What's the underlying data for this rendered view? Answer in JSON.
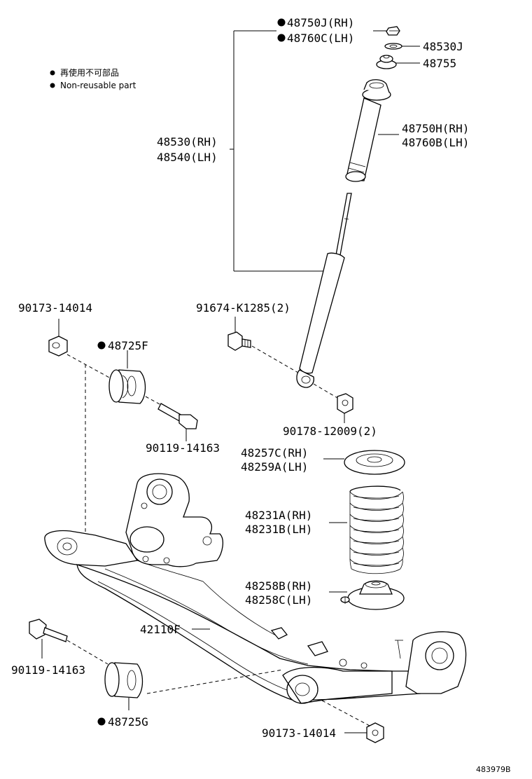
{
  "legend": {
    "ja": "再使用不可部品",
    "en": "Non-reusable part"
  },
  "labels": {
    "p48750j": "48750J(RH)",
    "p48760c": "48760C(LH)",
    "p48530j": "48530J",
    "p48755": "48755",
    "p48750h": "48750H(RH)",
    "p48760b": "48760B(LH)",
    "p48530": "48530(RH)",
    "p48540": "48540(LH)",
    "p90173a": "90173-14014",
    "p48725f": "48725F",
    "p91674": "91674-K1285(2)",
    "p90178": "90178-12009(2)",
    "p90119a": "90119-14163",
    "p48257c": "48257C(RH)",
    "p48259a": "48259A(LH)",
    "p48231a": "48231A(RH)",
    "p48231b": "48231B(LH)",
    "p48258b": "48258B(RH)",
    "p48258c": "48258C(LH)",
    "p42110f": "42110F",
    "p90119b": "90119-14163",
    "p48725g": "48725G",
    "p90173b": "90173-14014"
  },
  "diagram_ref": "483979B"
}
